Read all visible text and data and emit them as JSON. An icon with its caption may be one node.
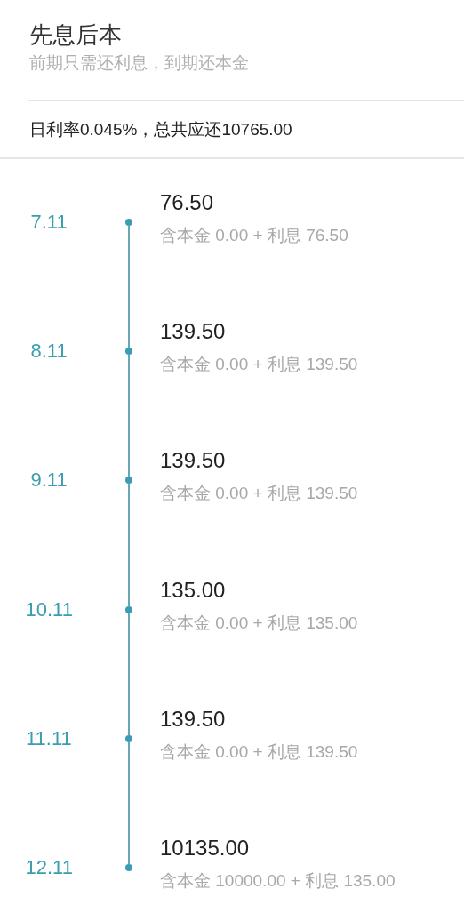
{
  "diagram": {
    "title": "先息后本",
    "nodes": [
      {
        "text": [],
        "shape": "circle",
        "beside": [
          "7.11",
          "76.50",
          "含本金 0.00 + 利息 76.50"
        ]
      },
      {
        "text": [],
        "shape": "circle",
        "beside": [
          "8.11",
          "139.50",
          "含本金 0.00 + 利息 139.50"
        ]
      },
      {
        "text": [],
        "shape": "circle",
        "beside": [
          "9.11",
          "139.50",
          "含本金 0.00 + 利息 139.50"
        ]
      },
      {
        "text": [],
        "shape": "circle",
        "beside": [
          "10.11",
          "135.00",
          "含本金 0.00 + 利息 135.00"
        ]
      },
      {
        "text": [],
        "shape": "circle",
        "beside": [
          "11.11",
          "139.50",
          "含本金 0.00 + 利息 139.50"
        ]
      },
      {
        "text": [],
        "shape": "circle",
        "beside": [
          "12.11",
          "10135.00",
          "含本金 10000.00 + 利息 135.00"
        ]
      }
    ],
    "edges": [
      {
        "from": 0,
        "to": 1,
        "arrow": "none"
      },
      {
        "from": 1,
        "to": 2,
        "arrow": "none"
      },
      {
        "from": 2,
        "to": 3,
        "arrow": "none"
      },
      {
        "from": 3,
        "to": 4,
        "arrow": "none"
      },
      {
        "from": 4,
        "to": 5,
        "arrow": "none"
      }
    ],
    "labels": [
      "前期只需还利息，到期还本金",
      "日利率0.045%，总共应还10765.00"
    ]
  }
}
